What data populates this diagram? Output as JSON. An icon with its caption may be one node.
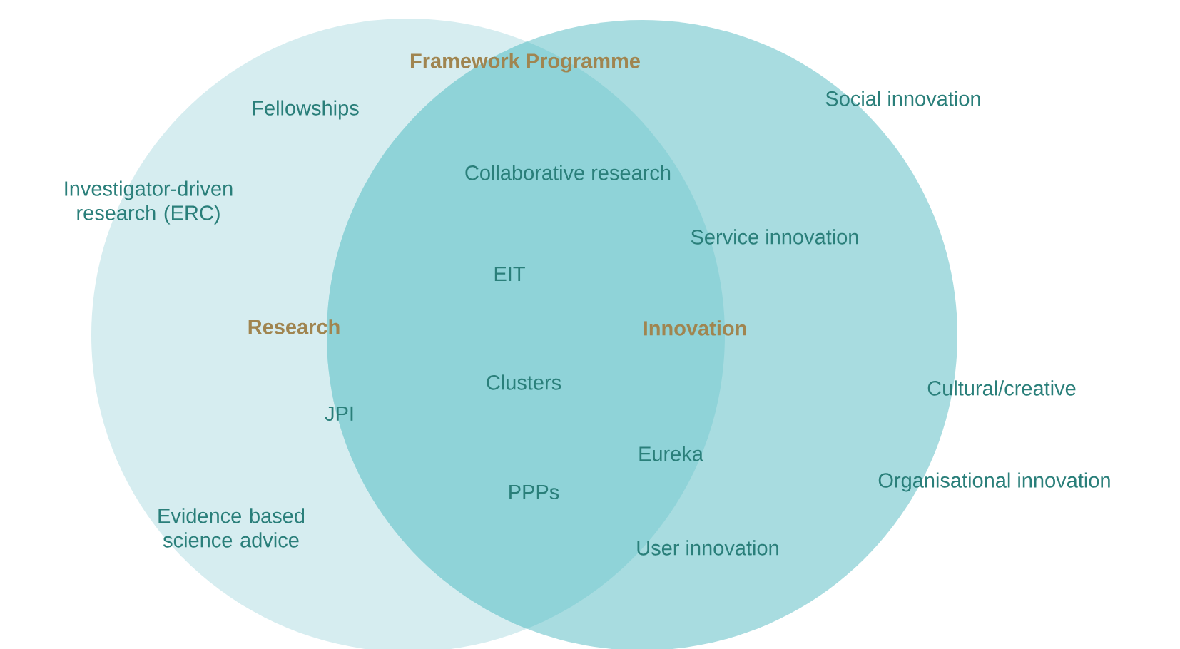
{
  "diagram": {
    "nodes": [
      {
        "text": [
          "Research"
        ]
      },
      {
        "text": [
          "Innovation"
        ]
      }
    ],
    "edges": [],
    "labels": [
      "Framework Programme",
      "Fellowships",
      "Social innovation",
      "Investigator-driven research (ERC)",
      "Collaborative research",
      "Service innovation",
      "EIT",
      "Clusters",
      "Cultural/creative",
      "JPI",
      "Eureka",
      "Organisational innovation",
      "PPPs",
      "Evidence based science advice",
      "User innovation"
    ]
  }
}
